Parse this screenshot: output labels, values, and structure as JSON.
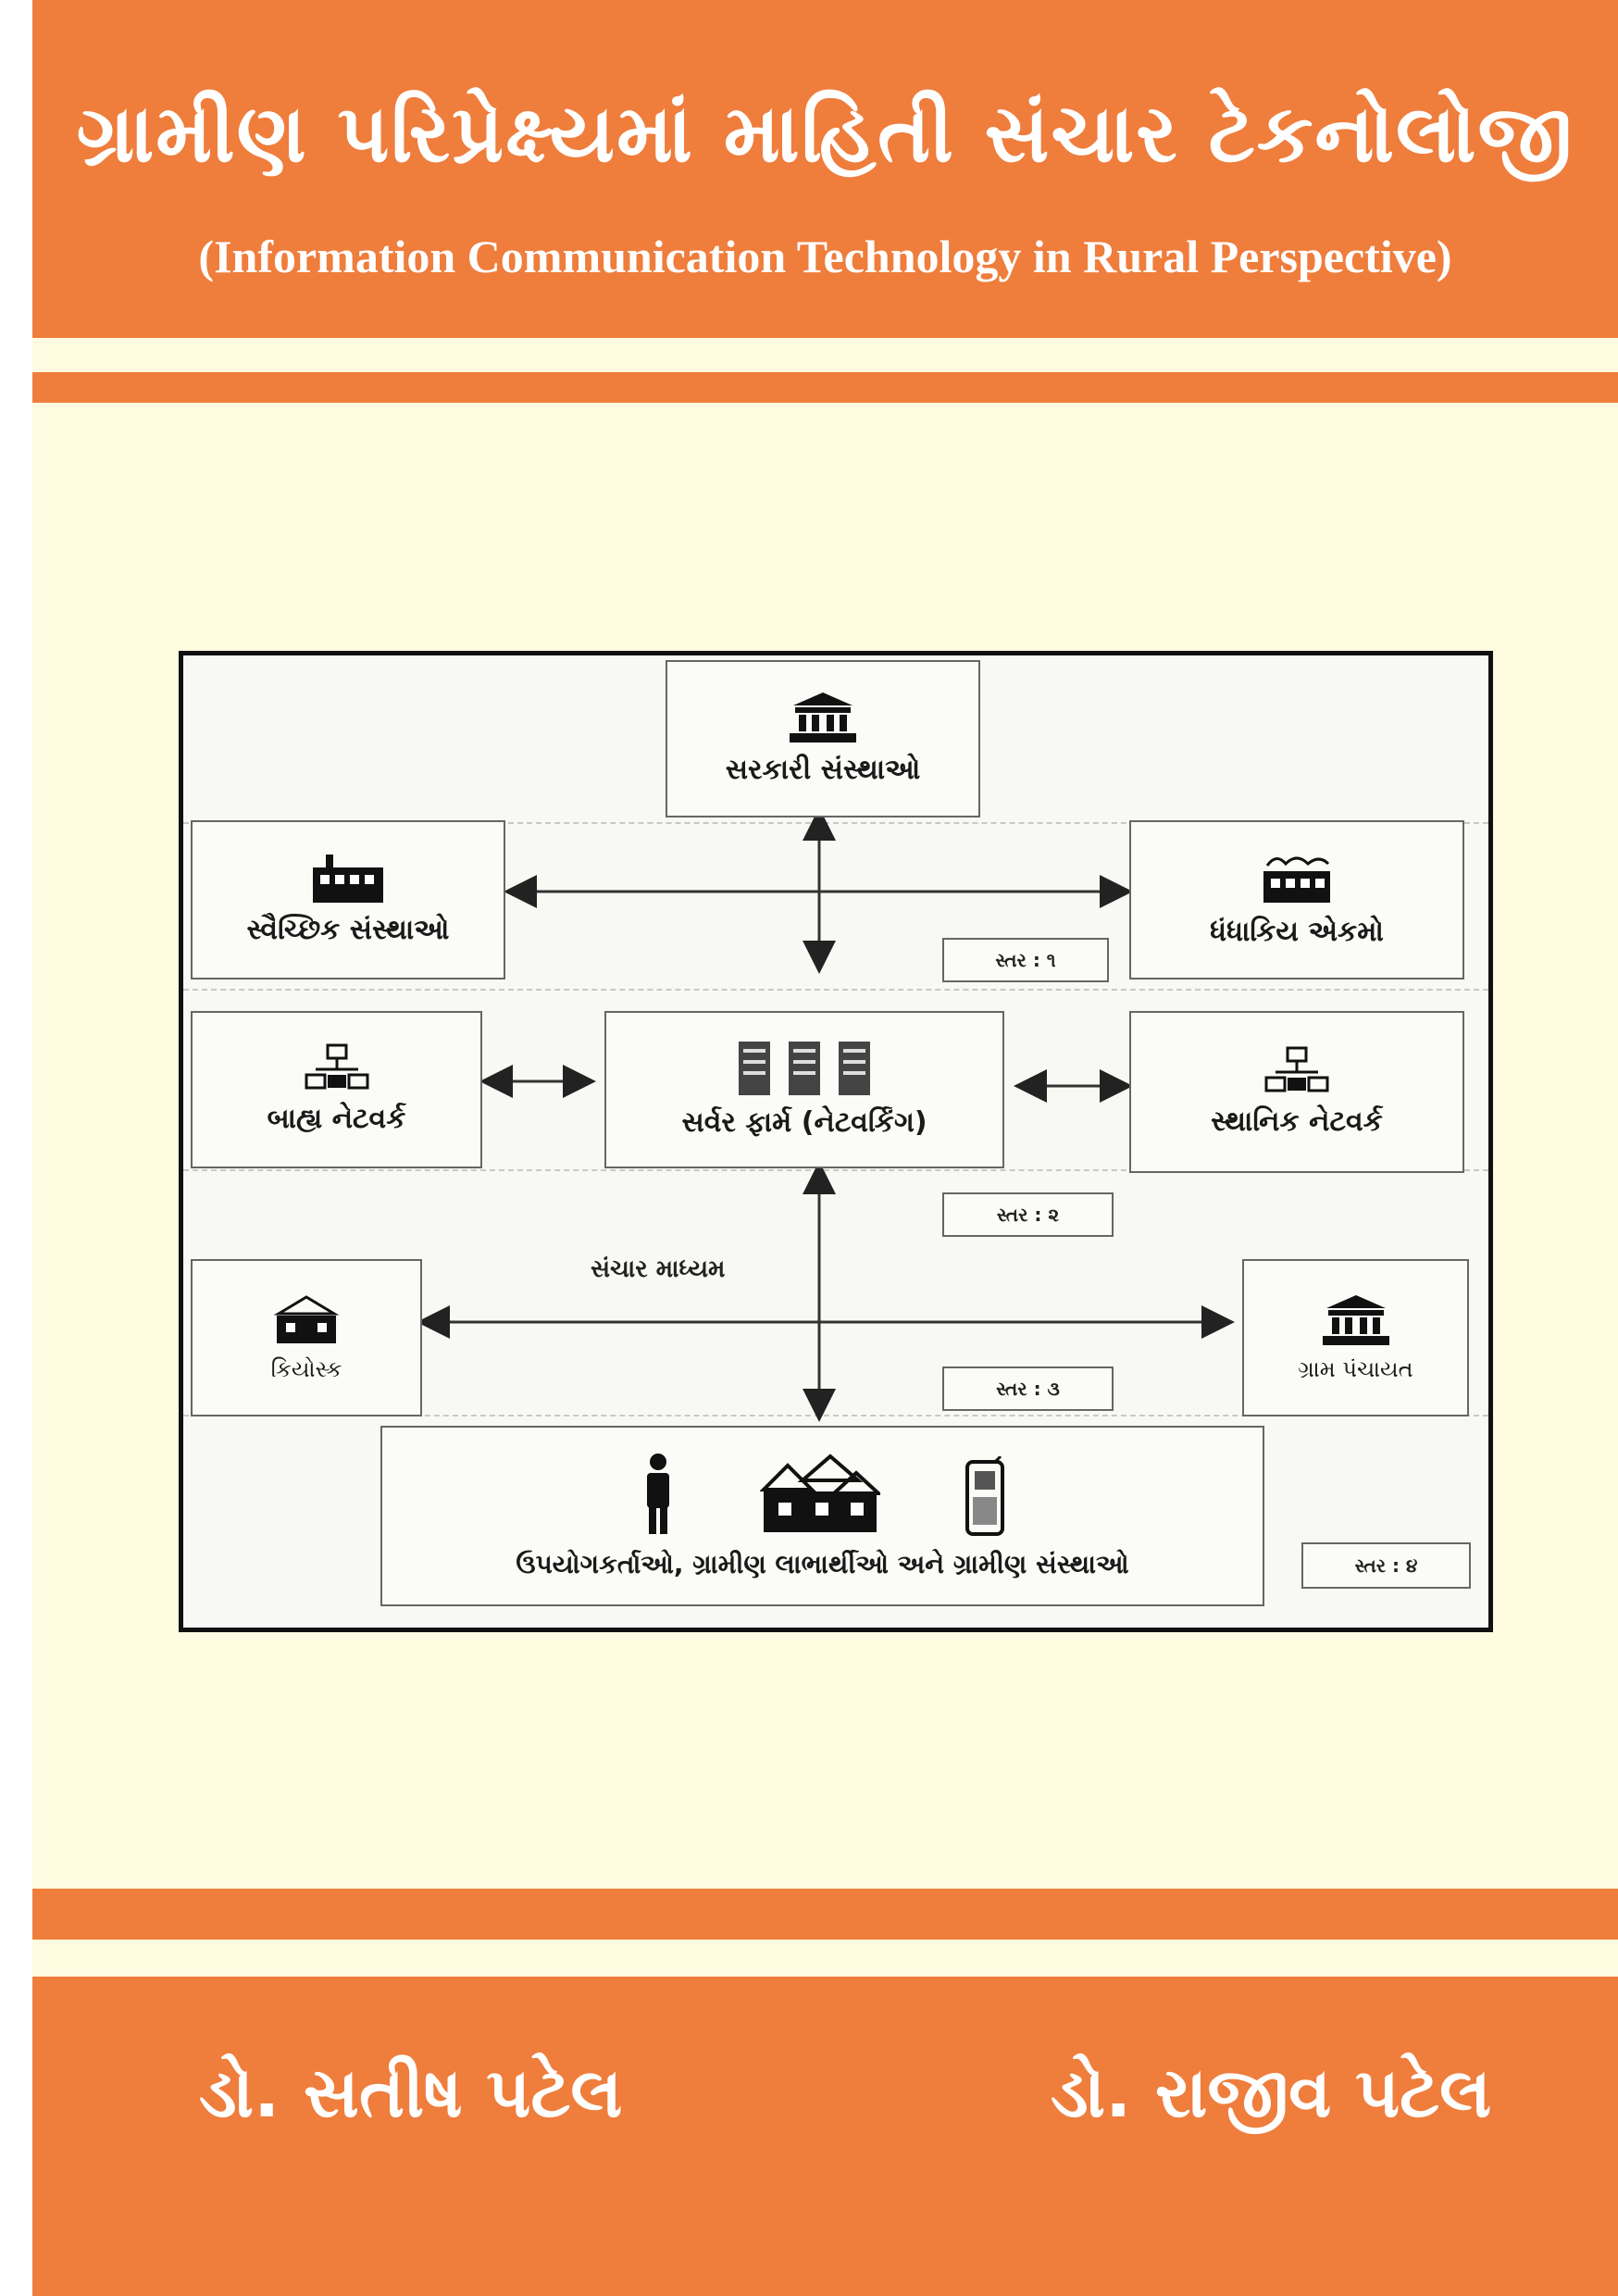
{
  "cover": {
    "title_gujarati": "ગ્રામીણ પરિપ્રેક્ષ્યમાં માહિતી સંચાર ટેકનોલોજી",
    "title_english": "(Information Communication Technology in Rural Perspective)",
    "authors": [
      "ડો. સતીષ પટેલ",
      "ડો. રાજીવ પટેલ"
    ],
    "colors": {
      "accent": "#ef7d3c",
      "background": "#fefbe0",
      "text": "#ffffff"
    }
  },
  "diagram": {
    "government": "સરકારી સંસ્થાઓ",
    "voluntary": "સ્વૈચ્છિક સંસ્થાઓ",
    "business": "ધંધાકિય એકમો",
    "external_network": "બાહ્ય નેટવર્ક",
    "server_farm": "સર્વર ફાર્મ (નેટવર્કિંગ)",
    "local_network": "સ્થાનિક નેટવર્ક",
    "comm_medium": "સંચાર માધ્યમ",
    "kiosk": "કિયોસ્ક",
    "gram_panchayat": "ગ્રામ પંચાયત",
    "users": "ઉપયોગકર્તાઓ, ગ્રામીણ લાભાર્થીઓ અને ગ્રામીણ સંસ્થાઓ",
    "levels": [
      "સ્તર : ૧",
      "સ્તર : ૨",
      "સ્તર : ૩",
      "સ્તર : ૪"
    ],
    "icons": [
      "building-icon",
      "factory-icon",
      "network-icon",
      "server-icon",
      "kiosk-icon",
      "person-icon",
      "houses-icon",
      "mobile-phone-icon"
    ]
  }
}
